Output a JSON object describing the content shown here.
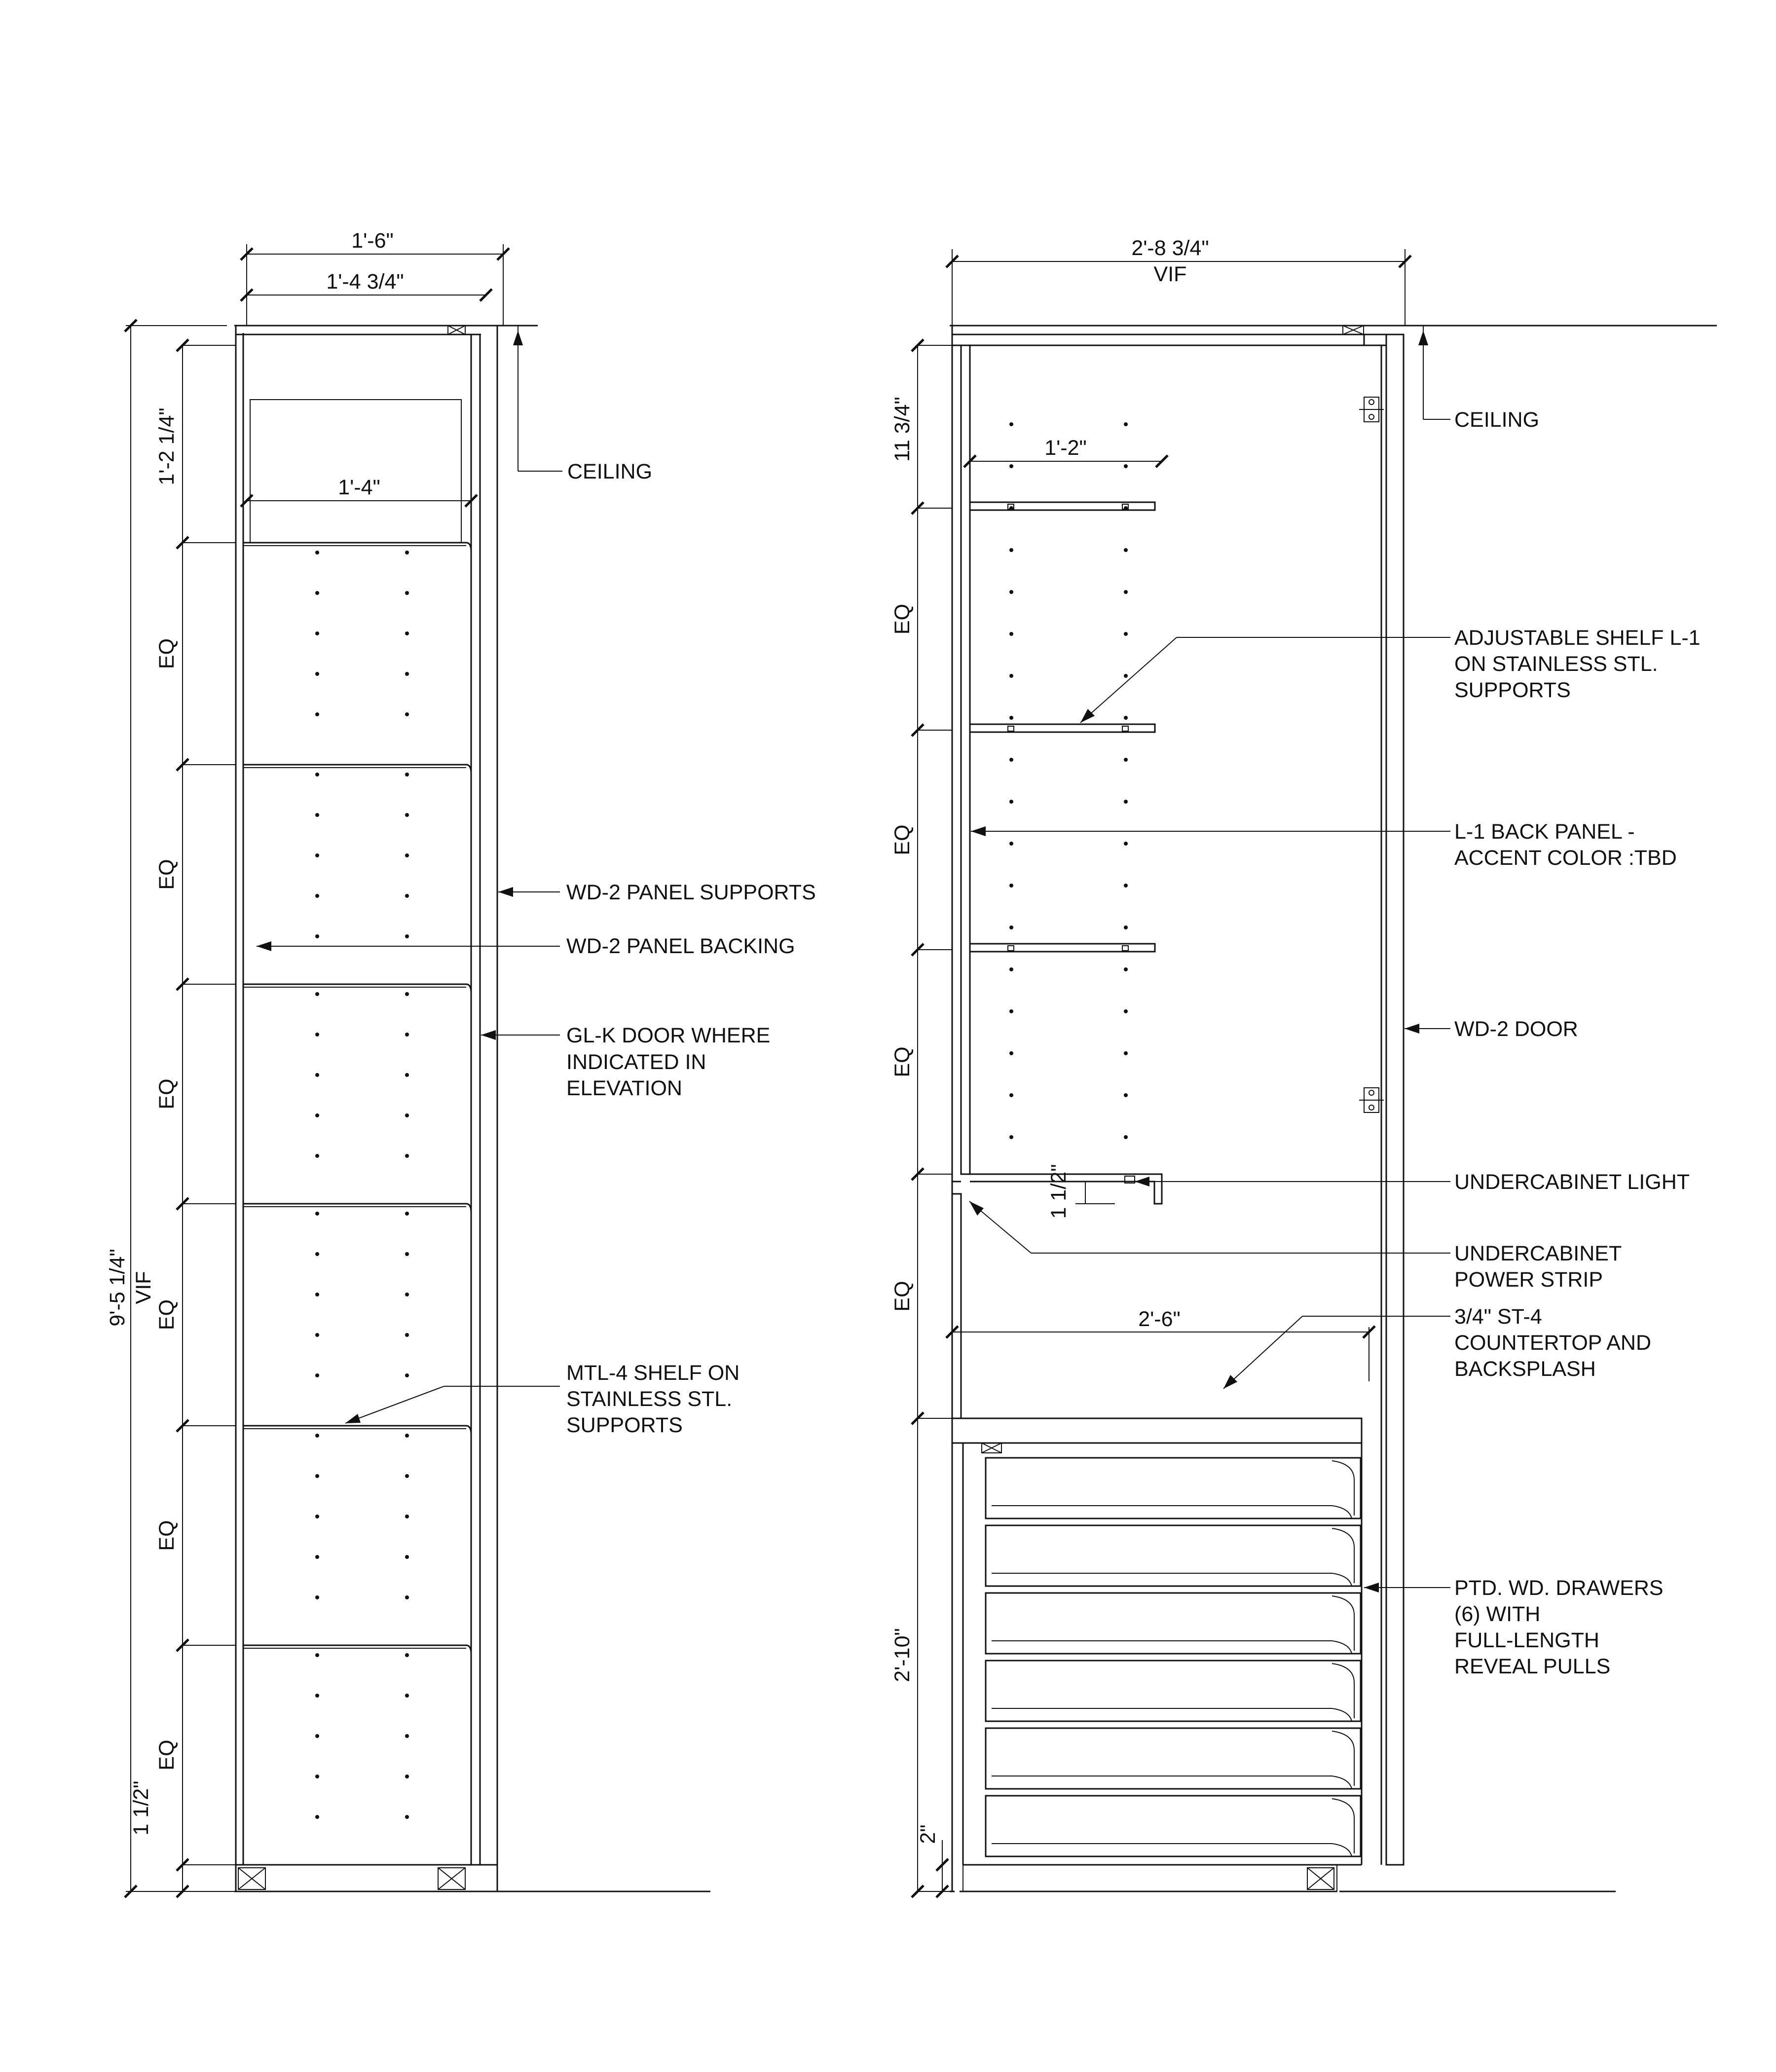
{
  "left_section": {
    "dims": {
      "overall_width": "1'-6\"",
      "interior_width": "1'-4 3/4\"",
      "shelf_width": "1'-4\"",
      "top_space": "1'-2 1/4\"",
      "eq": "EQ",
      "overall_height": "9'-5 1/4\"",
      "vif": "VIF",
      "base": "1 1/2\""
    },
    "callouts": {
      "ceiling": "CEILING",
      "panel_supports": "WD-2 PANEL SUPPORTS",
      "panel_backing": "WD-2 PANEL BACKING",
      "door": [
        "GL-K DOOR WHERE",
        "INDICATED IN",
        "ELEVATION"
      ],
      "shelf": [
        "MTL-4 SHELF ON",
        "STAINLESS STL.",
        "SUPPORTS"
      ]
    }
  },
  "right_section": {
    "dims": {
      "overall_width": "2'-8 3/4\"",
      "vif": "VIF",
      "top_space": "11 3/4\"",
      "shelf_depth": "1'-2\"",
      "eq": "EQ",
      "light_clearance": "1 1/2\"",
      "counter_depth": "2'-6\"",
      "drawer_height": "2'-10\"",
      "toe": "2\""
    },
    "callouts": {
      "ceiling": "CEILING",
      "adjustable_shelf": [
        "ADJUSTABLE SHELF L-1",
        "ON STAINLESS STL.",
        "SUPPORTS"
      ],
      "back_panel": [
        "L-1 BACK PANEL -",
        "ACCENT COLOR :TBD"
      ],
      "door": "WD-2 DOOR",
      "light": "UNDERCABINET LIGHT",
      "power": [
        "UNDERCABINET",
        "POWER STRIP"
      ],
      "countertop": [
        "3/4\" ST-4",
        "COUNTERTOP AND",
        "BACKSPLASH"
      ],
      "drawers": [
        "PTD. WD. DRAWERS",
        "(6) WITH",
        "FULL-LENGTH",
        "REVEAL PULLS"
      ]
    }
  }
}
